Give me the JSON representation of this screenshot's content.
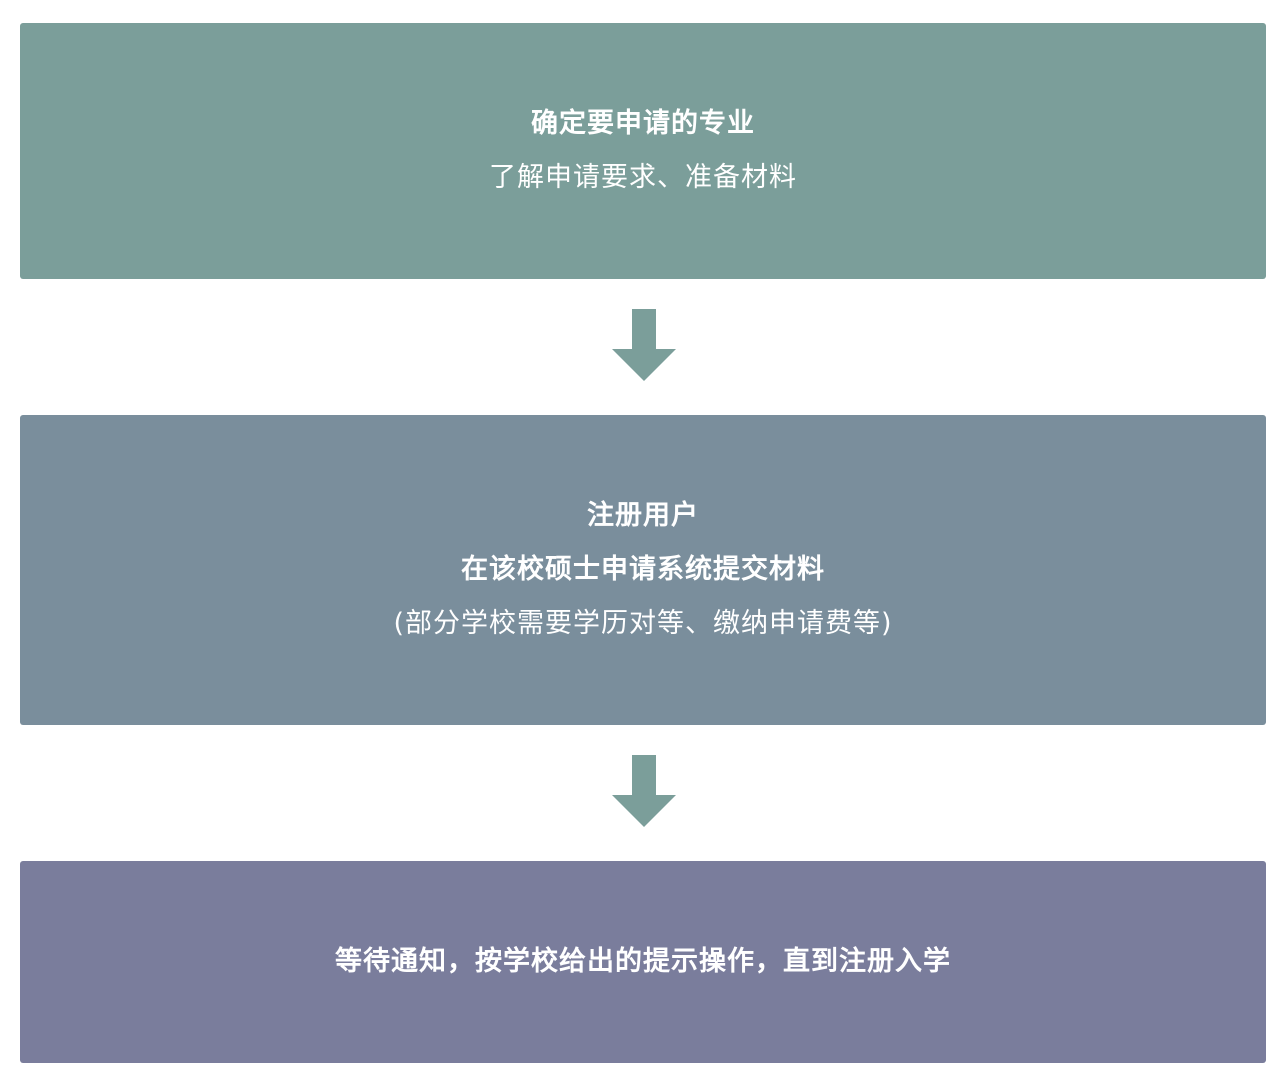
{
  "colors": {
    "step1": "#7b9e9a",
    "step2": "#7a8e9c",
    "step3": "#7a7d9c",
    "arrow": "#7b9e9a"
  },
  "steps": [
    {
      "title": "确定要申请的专业",
      "subtitle": "了解申请要求、准备材料"
    },
    {
      "title": "注册用户",
      "title2": "在该校硕士申请系统提交材料",
      "subtitle": "(部分学校需要学历对等、缴纳申请费等)"
    },
    {
      "title": "等待通知，按学校给出的提示操作，直到注册入学"
    }
  ]
}
